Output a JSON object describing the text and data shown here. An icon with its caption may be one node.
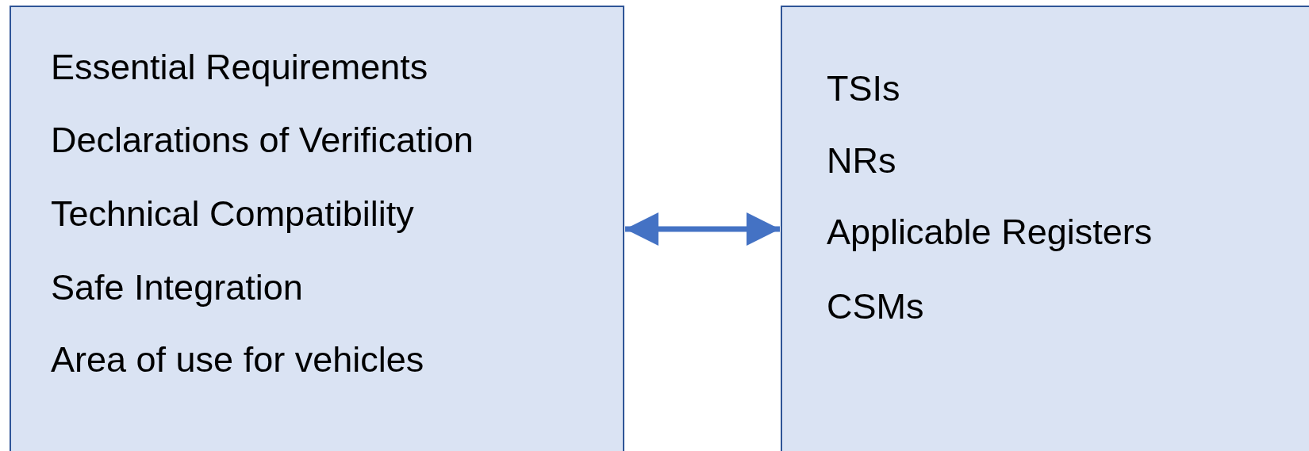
{
  "diagram": {
    "nodes": [
      {
        "text": [
          "Essential Requirements",
          "Declarations of Verification",
          "Technical Compatibility",
          "Safe Integration",
          "Area of use for vehicles"
        ]
      },
      {
        "text": [
          "TSIs",
          "NRs",
          "Applicable Registers",
          "CSMs"
        ]
      }
    ],
    "edges": [
      {
        "from": 0,
        "to": 1,
        "arrow": "both"
      }
    ]
  }
}
